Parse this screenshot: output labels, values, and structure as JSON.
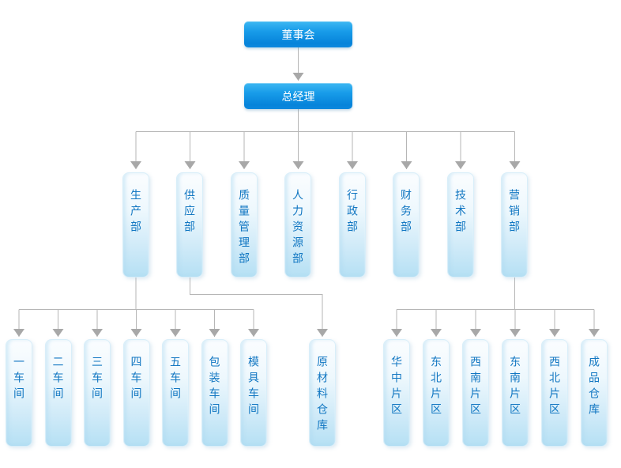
{
  "org": {
    "board": "董事会",
    "general_manager": "总经理",
    "departments": [
      "生产部",
      "供应部",
      "质量管理部",
      "人力资源部",
      "行政部",
      "财务部",
      "技术部",
      "营销部"
    ],
    "production_dept_children": [
      "一车间",
      "二车间",
      "三车间",
      "四车间",
      "五车间",
      "包装车间",
      "模具车间"
    ],
    "supply_dept_children": [
      "原材料仓库"
    ],
    "marketing_dept_children": [
      "华中片区",
      "东北片区",
      "西南片区",
      "东南片区",
      "西北片区",
      "成品仓库"
    ]
  },
  "colors": {
    "executive_node_blue": "#0d89de",
    "department_text_blue": "#1277c2",
    "leaf_node_fill": "#b5e0f4",
    "connector_gray": "#b6b6b6",
    "arrowhead_gray": "#a8a8a8"
  }
}
